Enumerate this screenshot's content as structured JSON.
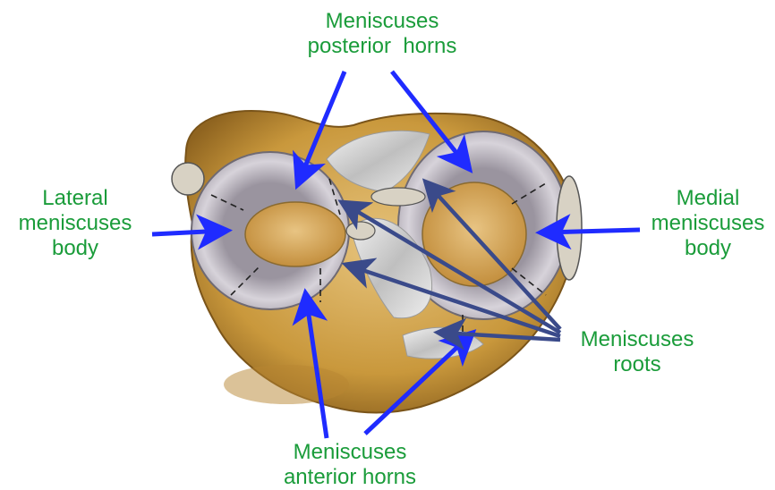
{
  "colors": {
    "label_text": "#1a9c3a",
    "blue_arrow": "#1f2bff",
    "root_arrow": "#3a4a8a",
    "bone": "#c79a3e",
    "bone_light": "#e2c07a",
    "meniscus": "#c9c6cc",
    "cartilage": "#d8b06a",
    "ligament": "#d9d9d9"
  },
  "icons": {
    "arrow": "arrow-icon",
    "root_arrow": "root-arrow-icon"
  },
  "labels": {
    "posterior_horns": "Meniscuses\nposterior  horns",
    "lateral_body": "Lateral\nmeniscuses\nbody",
    "medial_body": "Medial\nmeniscuses\nbody",
    "roots": "Meniscuses\nroots",
    "anterior_horns": "Meniscuses\nanterior horns"
  }
}
